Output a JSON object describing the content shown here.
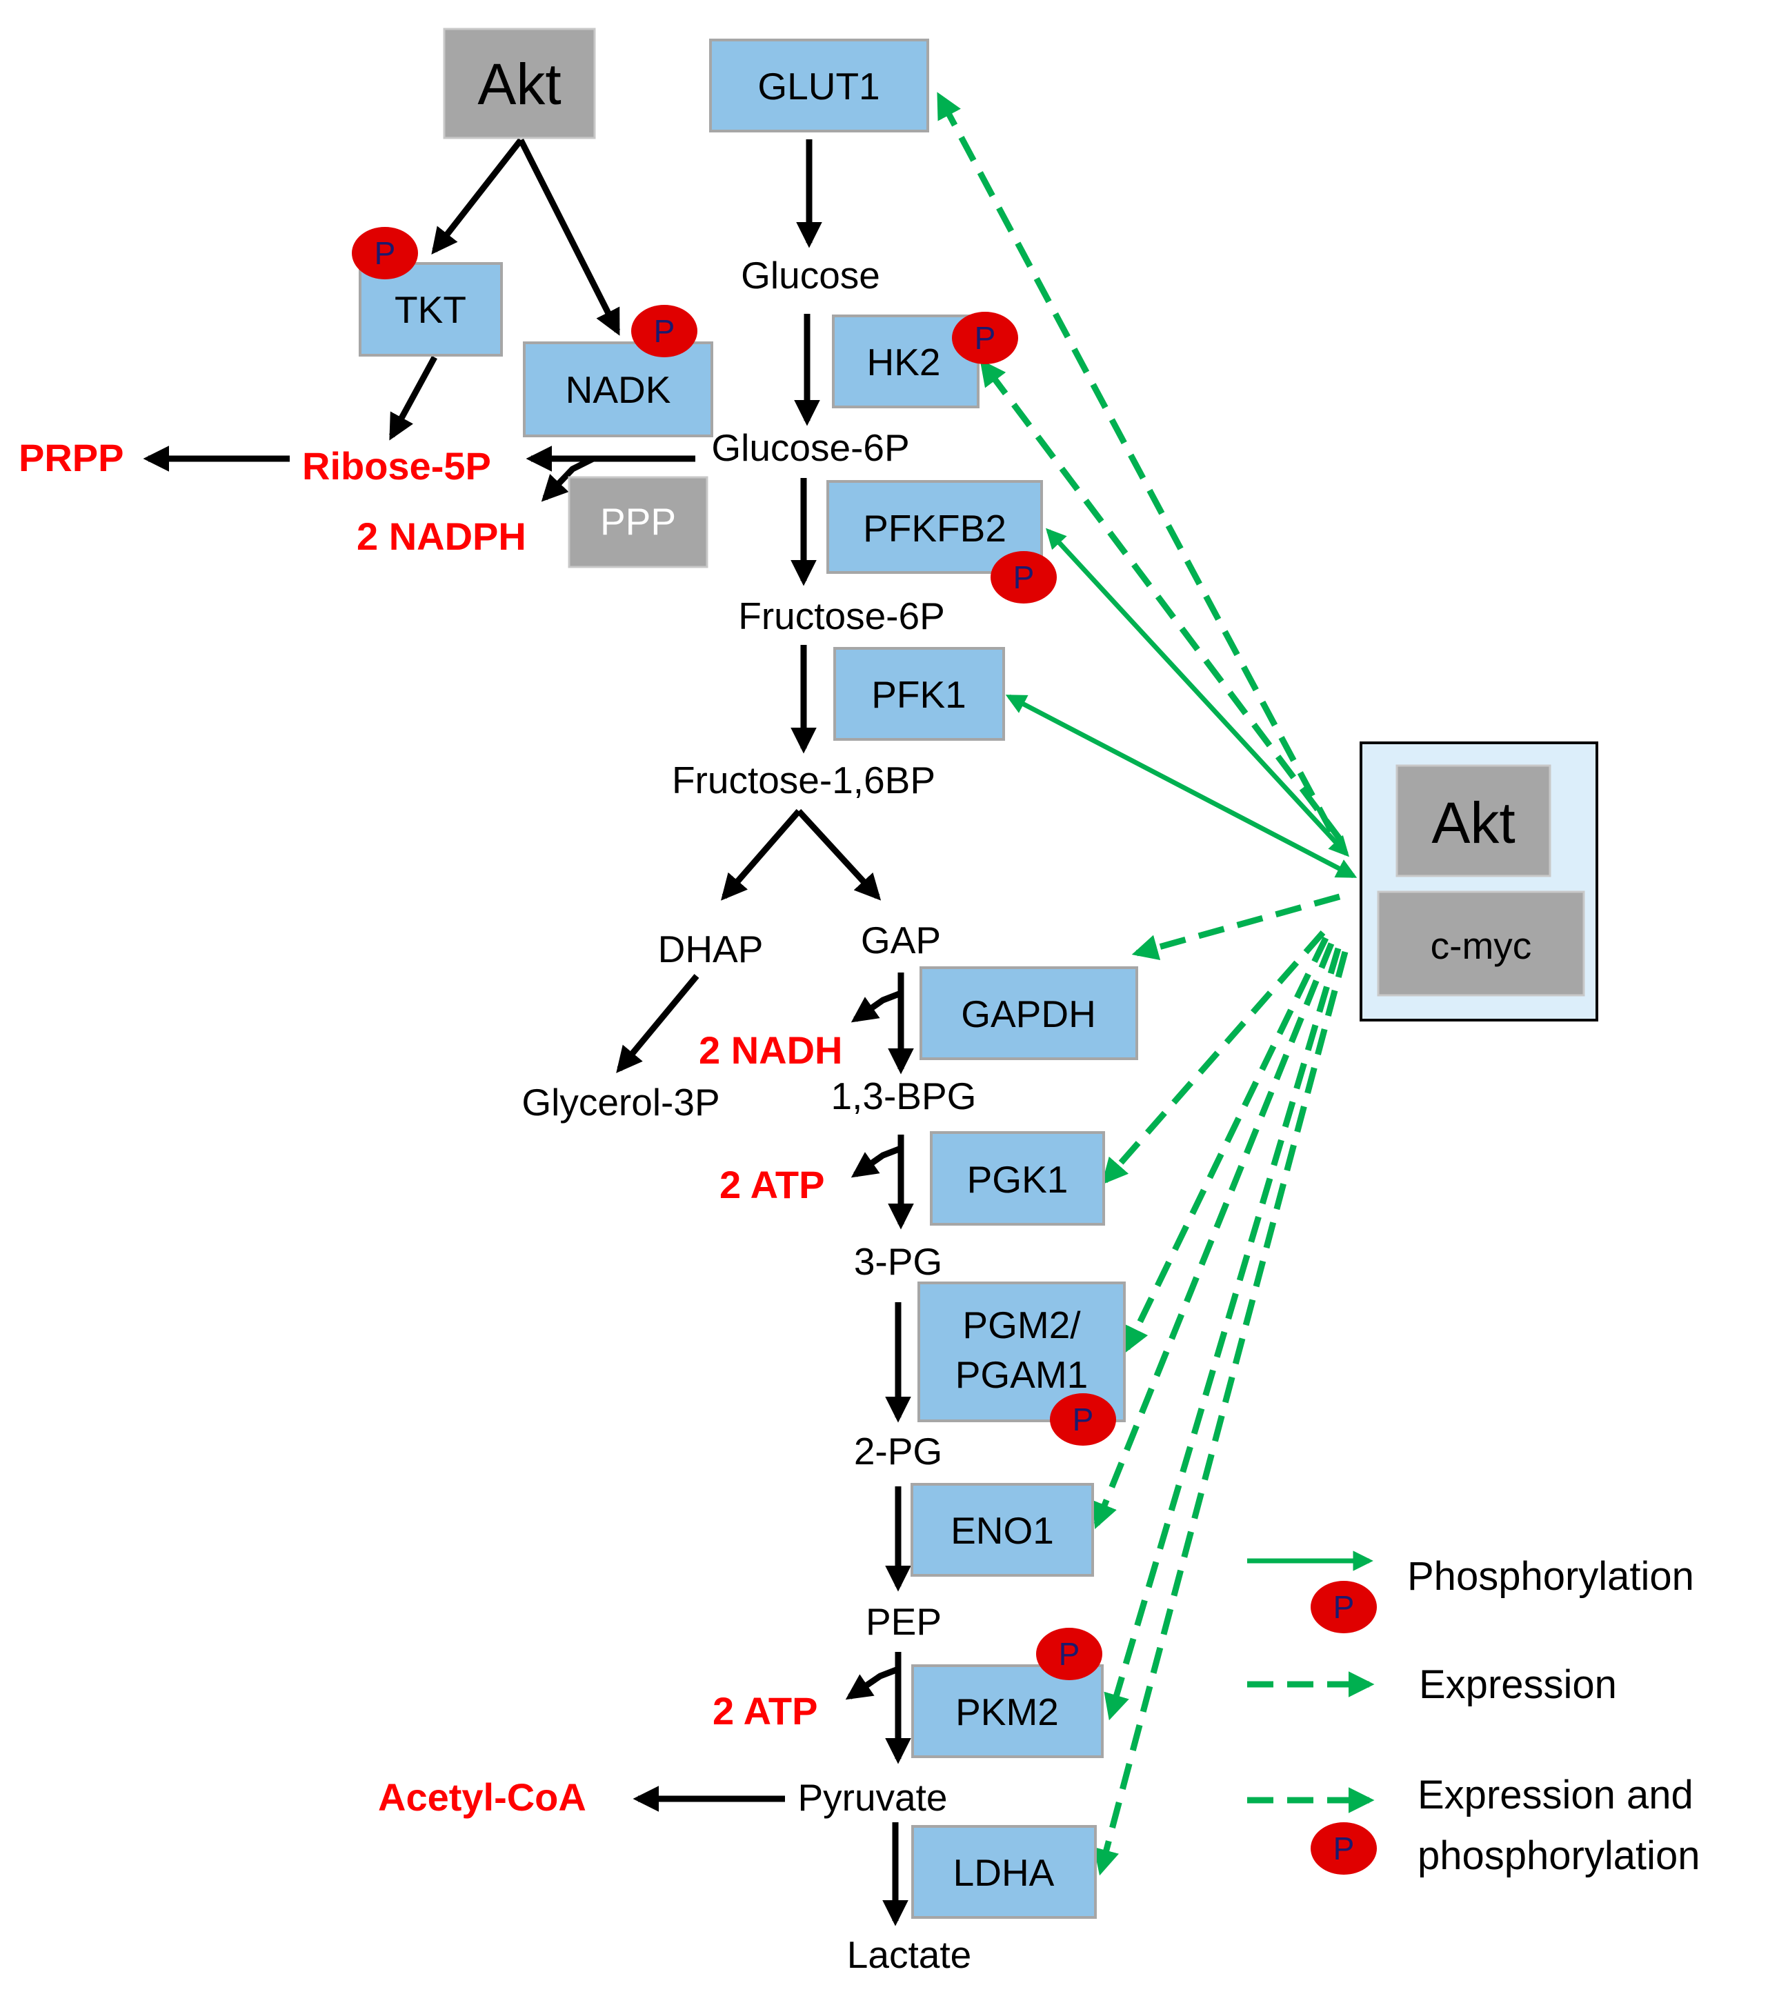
{
  "akt_top": "Akt",
  "enzymes": {
    "glut1": "GLUT1",
    "hk2": "HK2",
    "pfkfb2": "PFKFB2",
    "pfk1": "PFK1",
    "gapdh": "GAPDH",
    "pgk1": "PGK1",
    "pgm2_line1": "PGM2/",
    "pgm2_line2": "PGAM1",
    "eno1": "ENO1",
    "pkm2": "PKM2",
    "ldha": "LDHA",
    "tkt": "TKT",
    "nadk": "NADK"
  },
  "metabolites": {
    "glucose": "Glucose",
    "glucose6p": "Glucose-6P",
    "fructose6p": "Fructose-6P",
    "fructose16bp": "Fructose-1,6BP",
    "dhap": "DHAP",
    "gap": "GAP",
    "glycerol3p": "Glycerol-3P",
    "bpg13": "1,3-BPG",
    "pg3": "3-PG",
    "pg2": "2-PG",
    "pep": "PEP",
    "pyruvate": "Pyruvate",
    "lactate": "Lactate"
  },
  "products": {
    "prpp": "PRPP",
    "ribose5p": "Ribose-5P",
    "nadph": "2 NADPH",
    "nadh": "2 NADH",
    "atp1": "2 ATP",
    "atp2": "2 ATP",
    "acetylcoa": "Acetyl-CoA"
  },
  "ppp": "PPP",
  "phospho_badge": "P",
  "regulator": {
    "akt": "Akt",
    "cmyc": "c-myc"
  },
  "legend": {
    "phosphorylation": "Phosphorylation",
    "expression": "Expression",
    "both_line1": "Expression and",
    "both_line2": "phosphorylation"
  },
  "colors": {
    "enzyme_fill": "#8fc3e8",
    "akt_fill": "#a6a6a6",
    "highlight_red": "#ff0000",
    "arrow_green": "#00b050",
    "badge_red": "#e00000",
    "regulator_bg": "#dceefa"
  }
}
